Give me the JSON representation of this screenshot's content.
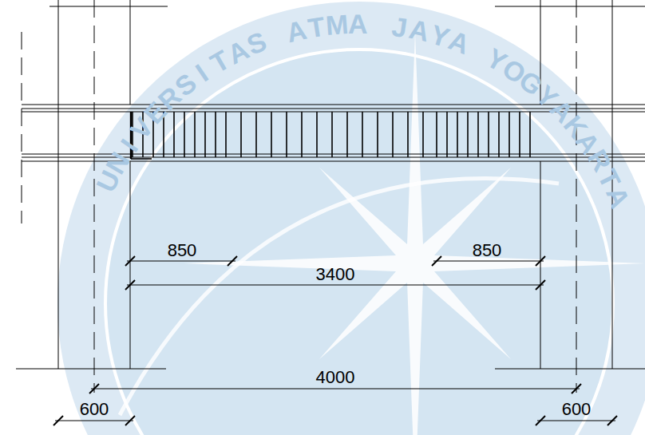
{
  "diagram": {
    "labels": [
      "850",
      "850",
      "3400",
      "4000",
      "600",
      "600",
      "UNIVERSITAS ATMA JAYA YOGYAKARTA"
    ]
  }
}
